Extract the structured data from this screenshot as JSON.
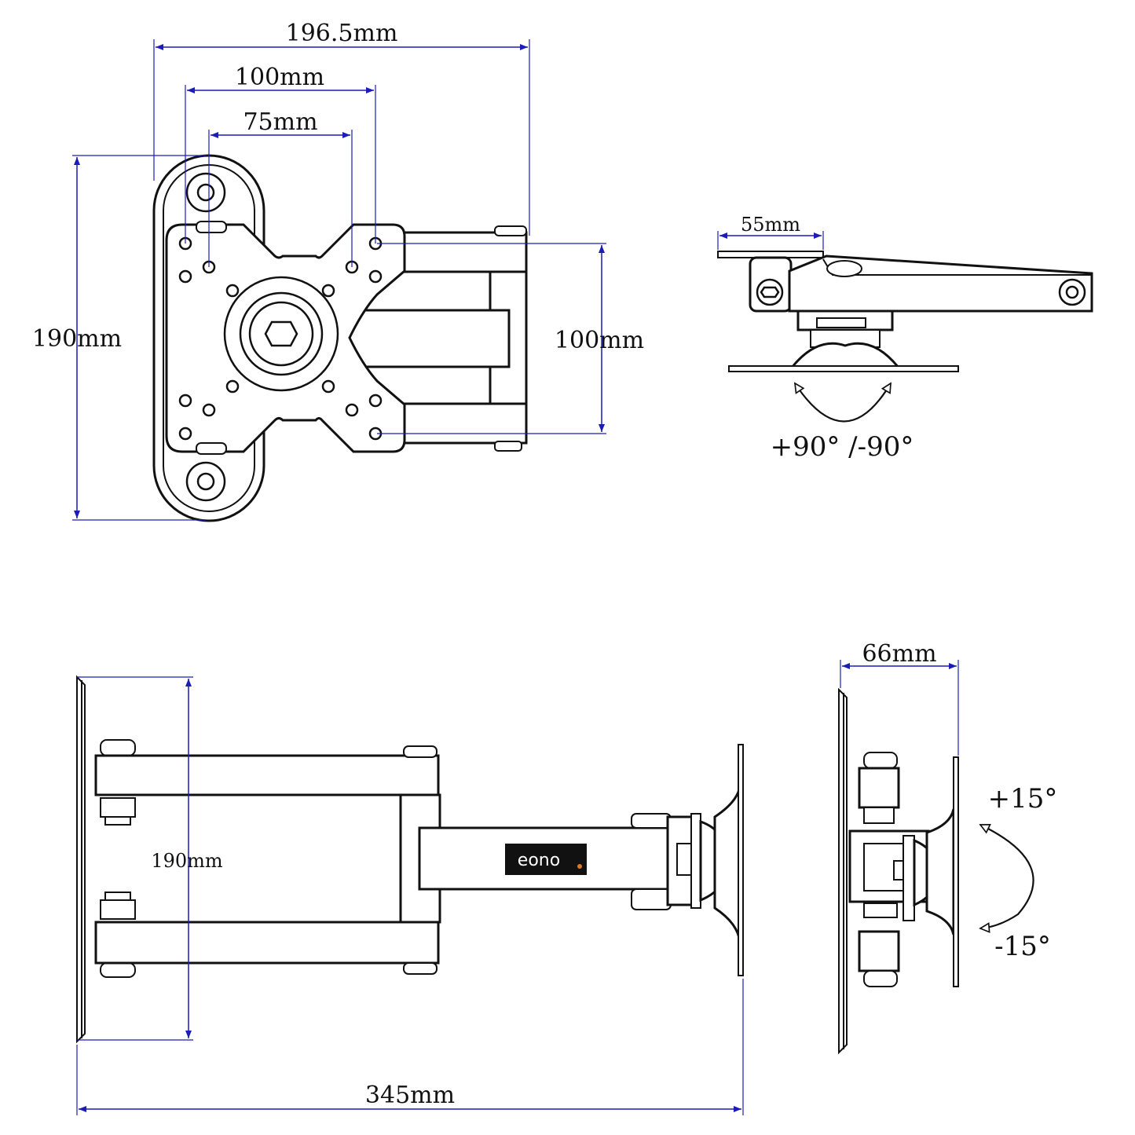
{
  "colors": {
    "dimension": "#1c1cb8",
    "outline": "#111111",
    "logo_bg": "#111111",
    "logo_dot": "#e07a1f"
  },
  "front_view": {
    "width_overall": "196.5mm",
    "vesa_large": "100mm",
    "vesa_small": "75mm",
    "height_overall": "190mm",
    "vesa_vertical": "100mm"
  },
  "top_view": {
    "plate_width": "55mm",
    "swivel_angle": "+90° /-90°"
  },
  "side_view": {
    "height": "190mm",
    "extension": "345mm",
    "logo": "eono"
  },
  "tilt_view": {
    "depth": "66mm",
    "tilt_up": "+15°",
    "tilt_down": "-15°"
  }
}
